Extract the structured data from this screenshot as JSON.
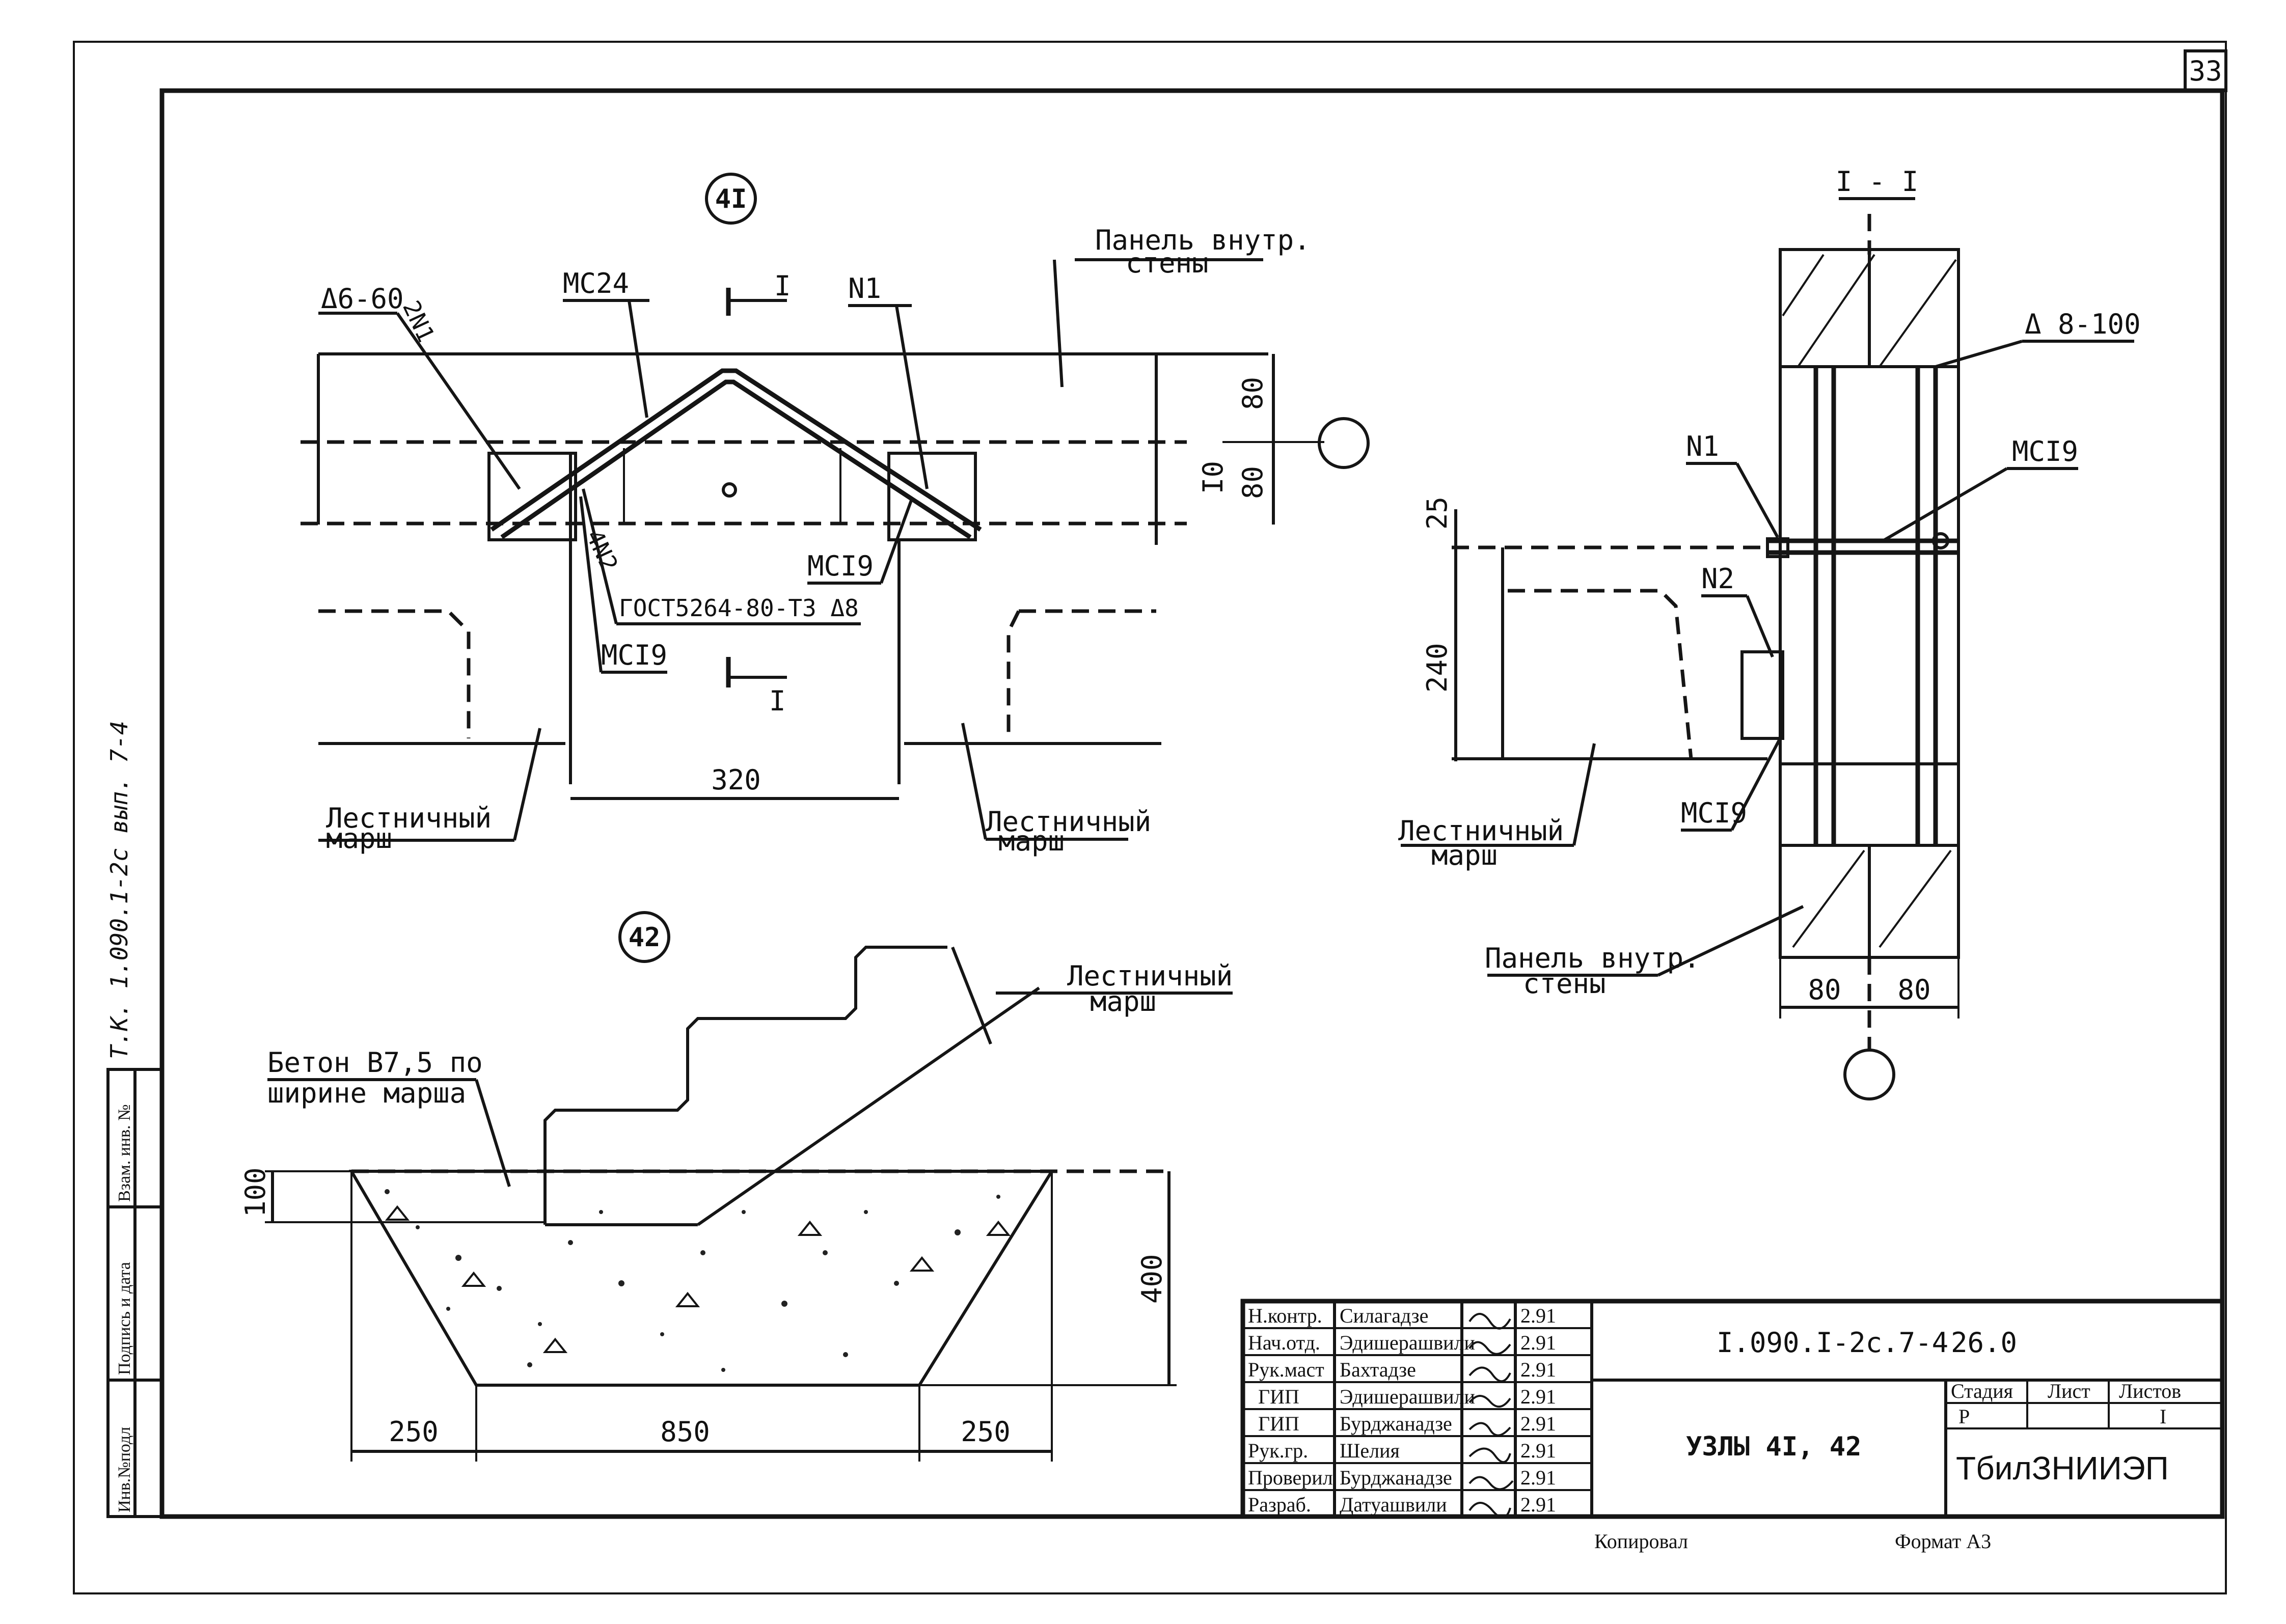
{
  "sheet": {
    "page_number": "33",
    "side_stamp": "Т.К. 1.090.1-2с  вып. 7-4",
    "side_columns": [
      "Инв.№подл",
      "Подпись и дата",
      "Взам. инв. №"
    ]
  },
  "node41": {
    "marker": "4I",
    "labels": {
      "panel": "Панель внутр.",
      "panel2": "стены",
      "mc24": "МС24",
      "n1": "N1",
      "sec_i": "I",
      "d660": "Δ6-60",
      "n2x2": "2N1",
      "n2b": "4N2",
      "gost": "ГОСТ5264-80-Т3 Δ8",
      "mci9_a": "МСI9",
      "mci9_b": "МСI9",
      "stair_left": "Лестничный",
      "stair_left2": "марш",
      "stair_right": "Лестничный",
      "stair_right2": "марш"
    },
    "dims": {
      "w320": "320",
      "h80a": "80",
      "h80b": "80",
      "h10": "I0"
    }
  },
  "section": {
    "title": "I - I",
    "labels": {
      "d8100": "Δ 8-100",
      "n1": "N1",
      "mci9_top": "МСI9",
      "n2": "N2",
      "mci9_bot": "МСI9",
      "stair": "Лестничный",
      "stair2": "марш",
      "panel": "Панель внутр.",
      "panel2": "стены"
    },
    "dims": {
      "d25": "25",
      "d240": "240",
      "w80a": "80",
      "w80b": "80"
    }
  },
  "node42": {
    "marker": "42",
    "labels": {
      "concrete": "Бетон В7,5 по",
      "concrete2": "ширине марша",
      "stair": "Лестничный",
      "stair2": "марш"
    },
    "dims": {
      "d100": "100",
      "d400": "400",
      "w250a": "250",
      "w850": "850",
      "w250b": "250"
    }
  },
  "title_block": {
    "roles": [
      "Н.контр.",
      "Нач.отд.",
      "Рук.маст",
      "ГИП",
      "ГИП",
      "Рук.гр.",
      "Проверил",
      "Разраб."
    ],
    "names": [
      "Силагадзе",
      "Эдишерашвили",
      "Бахтадзе",
      "Эдишерашвили",
      "Бурджанадзе",
      "Шелия",
      "Бурджанадзе",
      "Датуашвили"
    ],
    "dates": [
      "2.91",
      "2.91",
      "2.91",
      "2.91",
      "2.91",
      "2.91",
      "2.91",
      "2.91"
    ],
    "designation": "I.090.I-2с.7-4",
    "designation_code": "26.0",
    "sheet_title": "УЗЛЫ 4I, 42",
    "stage_header": "Стадия",
    "sheet_header": "Лист",
    "sheets_header": "Листов",
    "stage": "Р",
    "sheet_value": "",
    "sheets_value": "I",
    "organization": "ТбилЗНИИЭП",
    "copied": "Копировал",
    "format": "Формат А3"
  }
}
